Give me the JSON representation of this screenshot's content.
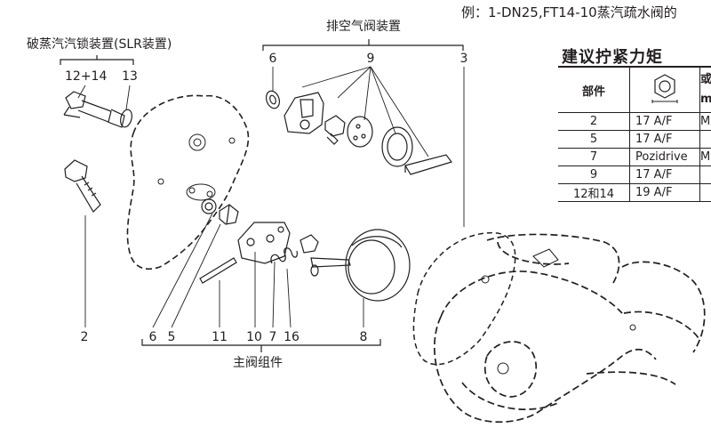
{
  "header_example": "例：1-DN25,FT14-10蒸汽疏水阀的",
  "groups": {
    "slr": "破蒸汽汽锁装置(SLR装置)",
    "air_vent": "排空气阀装置",
    "main_valve": "主阀组件"
  },
  "callouts": {
    "slr_a": "12+14",
    "slr_b": "13",
    "air_6": "6",
    "air_9": "9",
    "air_3": "3",
    "left_2": "2",
    "b6": "6",
    "b5": "5",
    "b11": "11",
    "b10": "10",
    "b7": "7",
    "b16": "16",
    "b8": "8"
  },
  "torque_table": {
    "title": "建议拧紧力矩",
    "col_part": "部件",
    "col3_head_a": "或",
    "col3_head_b": "m",
    "rows": [
      {
        "part": "2",
        "size": "17 A/F",
        "extra": "M"
      },
      {
        "part": "5",
        "size": "17 A/F",
        "extra": ""
      },
      {
        "part": "7",
        "size": "Pozidrive",
        "extra": "M"
      },
      {
        "part": "9",
        "size": "17 A/F",
        "extra": ""
      },
      {
        "part": "12和14",
        "size": "19 A/F",
        "extra": ""
      }
    ]
  }
}
